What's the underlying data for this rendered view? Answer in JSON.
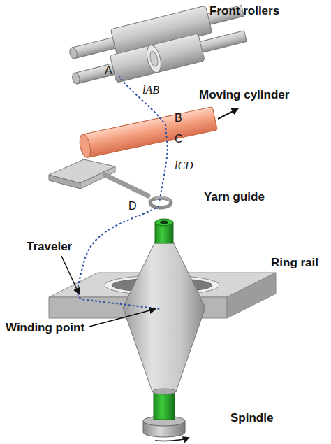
{
  "diagram": {
    "labels": [
      "Front rollers",
      "A",
      "lAB",
      "B",
      "Moving cylinder",
      "C",
      "lCD",
      "Yarn guide",
      "D",
      "Traveler",
      "Ring rail",
      "Winding point",
      "Spindle"
    ]
  }
}
